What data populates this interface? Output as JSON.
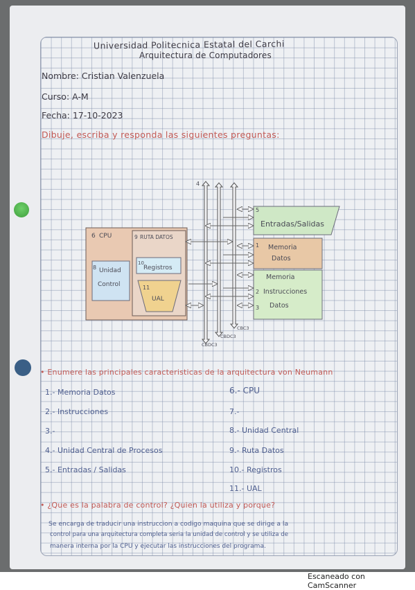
{
  "header": {
    "university": "Universidad Politecnica Estatal del Carchi",
    "subject": "Arquitectura de Computadores"
  },
  "fields": {
    "nombre": "Nombre: Cristian Valenzuela",
    "curso": "Curso: A-M",
    "fecha": "Fecha: 17-10-2023"
  },
  "instruction": "Dibuje, escriba y responda las siguientes preguntas:",
  "diagram": {
    "bus_top_label": "4",
    "io_number": "5",
    "io_label": "Entradas/Salidas",
    "cpu_number": "6",
    "cpu_label": "CPU",
    "ruta_number": "9",
    "ruta_label": "RUTA DATOS",
    "uc_number": "8",
    "uc_label_1": "Unidad",
    "uc_label_2": "Control",
    "reg_number": "10",
    "reg_label": "Registros",
    "ual_number": "11",
    "ual_label": "UAL",
    "memdat_number": "1",
    "memdat_label_1": "Memoria",
    "memdat_label_2": "Datos",
    "mem_label": "Memoria",
    "instr_number": "2",
    "instr_label": "Instrucciones",
    "datos_number": "3",
    "datos_label": "Datos",
    "bus_c": "CBC3",
    "bus_b": "CBDC3",
    "bus_a": "CBDC3"
  },
  "question1": "• Enumere las principales caracteristicas de la arquitectura von Neumann",
  "list_left": [
    "1.- Memoria Datos",
    "2.- Instrucciones",
    "3.-",
    "4.- Unidad Central de Procesos",
    "5.- Entradas / Salidas"
  ],
  "list_right": [
    "6.- CPU",
    "7.-",
    "8.- Unidad Central",
    "9.- Ruta Datos",
    "10.- Registros",
    "11.- UAL"
  ],
  "question2": "• ¿Que es la palabra de control? ¿Quien la utiliza y porque?",
  "answer_lines": [
    "Se encarga de traducir una instruccion a codigo maquina que se dirige a la",
    "control para una arquitectura completa seria la unidad de control y se utiliza de",
    "manera interna por la CPU y ejecutar las instrucciones del programa."
  ],
  "footer": "Escaneado con CamScanner",
  "colors": {
    "cpu_box": "#e9c9b2",
    "io_box": "#cfe8c6",
    "mem_datos": "#e8c8a6",
    "mem_block": "#d6ecc9",
    "unidad_control": "#cfe3f2",
    "registros": "#d5ebf5",
    "ual": "#f0d28f",
    "question_text": "#c25a55"
  }
}
